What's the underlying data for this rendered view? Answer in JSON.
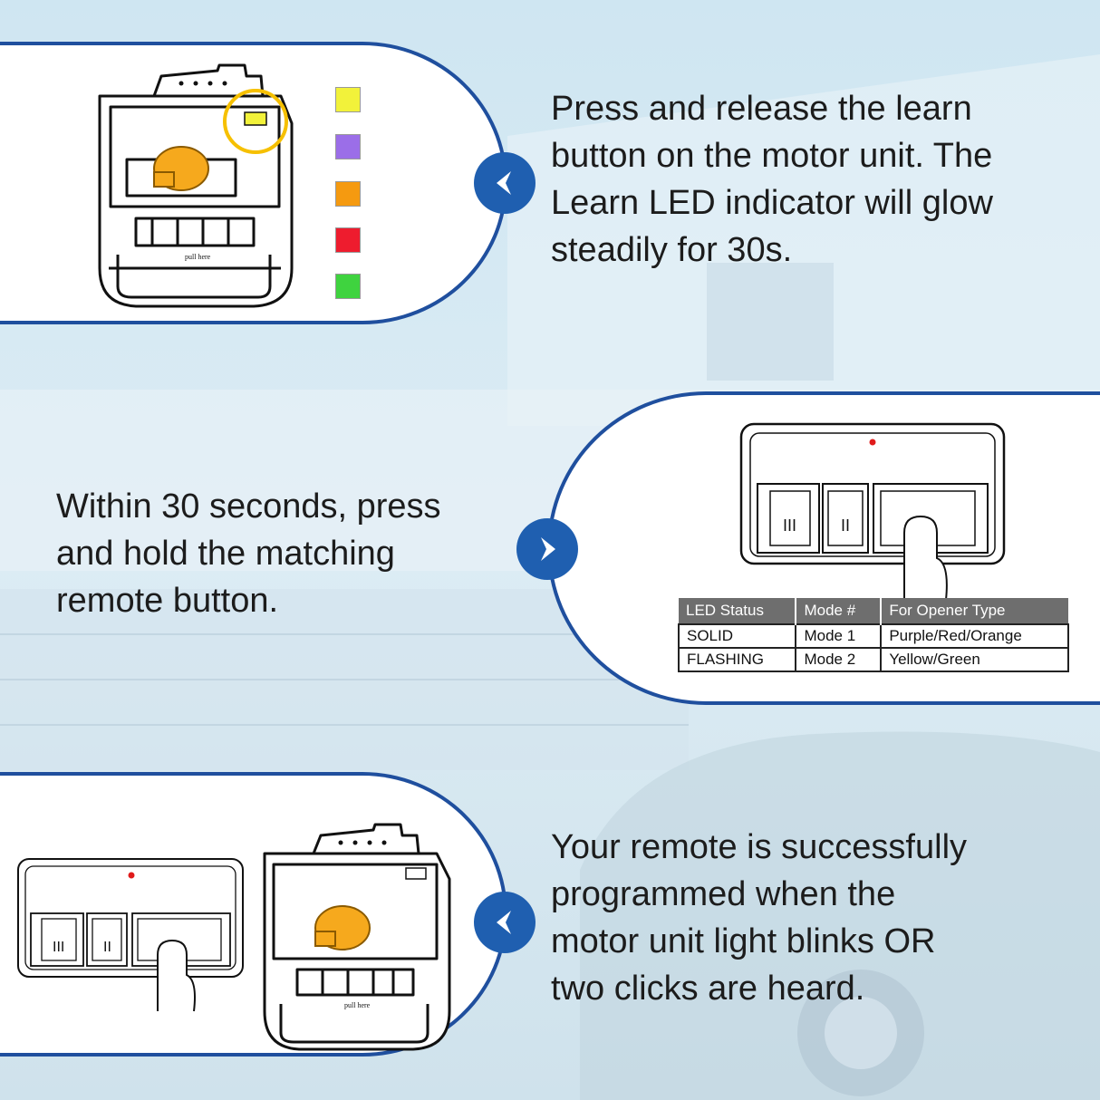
{
  "steps": [
    {
      "id": 1,
      "lines": [
        "Press and release the learn",
        "button on the motor unit. The",
        "Learn LED indicator will glow",
        "steadily for 30s."
      ],
      "arrow": "left"
    },
    {
      "id": 2,
      "lines": [
        "Within 30 seconds, press",
        "and hold the matching",
        "remote button."
      ],
      "arrow": "right"
    },
    {
      "id": 3,
      "lines": [
        "Your remote is successfully",
        "programmed when the",
        "motor unit light blinks OR",
        "two clicks are heard."
      ],
      "arrow": "left"
    }
  ],
  "learn_button_colors": [
    "#f2f23a",
    "#9b6ee8",
    "#f59a10",
    "#ee1c2e",
    "#3fd33f"
  ],
  "motor_unit": {
    "handle_label": "pull here"
  },
  "remote": {
    "button_labels": [
      "III",
      "II",
      ""
    ]
  },
  "led_table": {
    "headers": [
      "LED Status",
      "Mode #",
      "For Opener Type"
    ],
    "rows": [
      [
        "SOLID",
        "Mode 1",
        "Purple/Red/Orange"
      ],
      [
        "FLASHING",
        "Mode 2",
        "Yellow/Green"
      ]
    ]
  },
  "colors": {
    "accent": "#1f5fb0",
    "panel_border": "#1f4f9e",
    "bulb": "#f6a91d"
  }
}
